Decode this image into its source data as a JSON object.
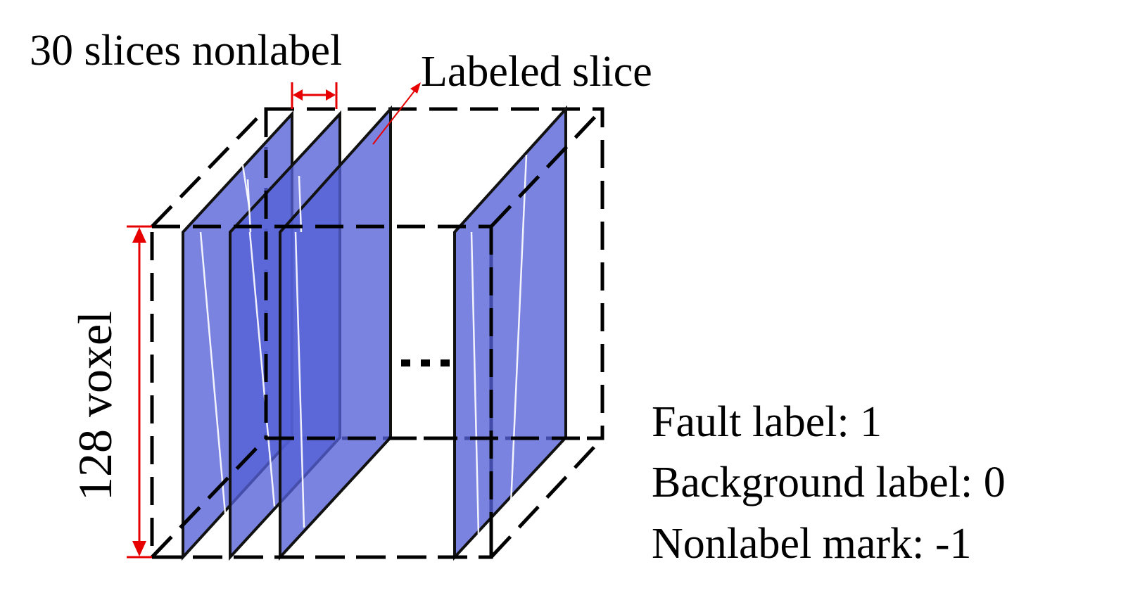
{
  "labels": {
    "unlabeled_span": "30 slices nonlabel",
    "labeled_slice": "Labeled slice",
    "size": "128 voxel"
  },
  "legend": [
    {
      "text": "Fault label: 1"
    },
    {
      "text": "Background label: 0"
    },
    {
      "text": "Nonlabel mark: -1"
    }
  ],
  "colors": {
    "slice_fill": "#5560d6",
    "annotation_red": "#e60000",
    "outline": "#000000"
  },
  "ellipsis": "…"
}
